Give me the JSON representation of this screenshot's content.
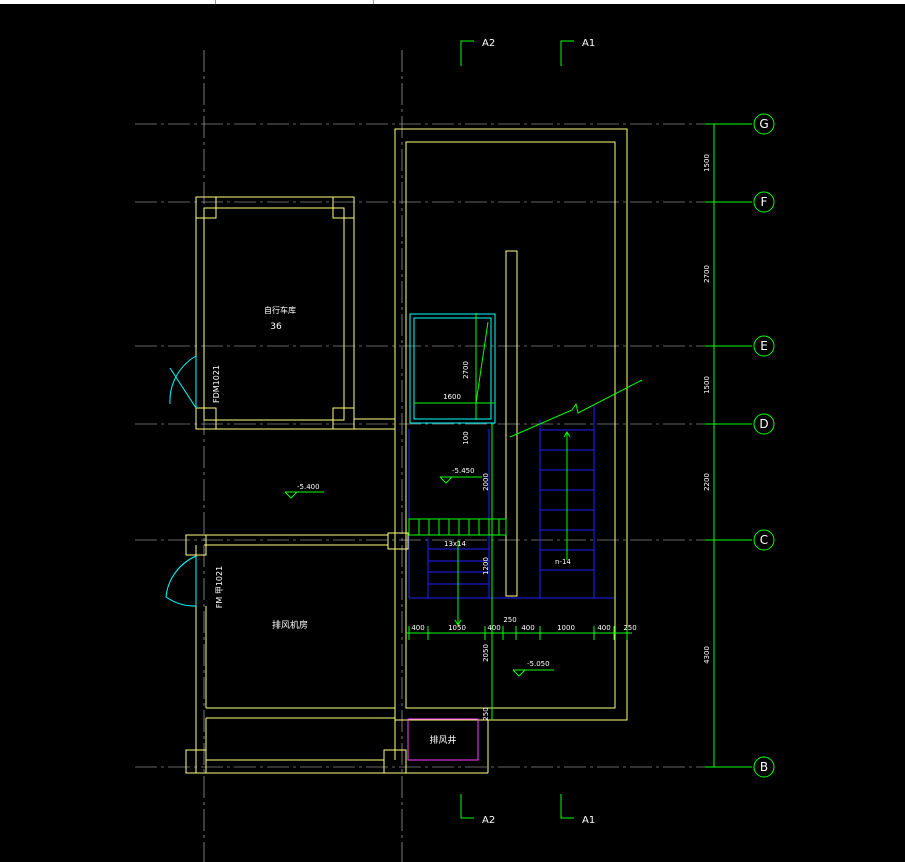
{
  "colors": {
    "background": "#000000",
    "grid": "#c8c8c8",
    "wall": "#ffff80",
    "dimension": "#00ff00",
    "stair": "#0000ff",
    "elevator": "#00ffff",
    "vent_shaft": "#ff00ff"
  },
  "axes": {
    "rows": [
      "G",
      "F",
      "E",
      "D",
      "C",
      "B"
    ],
    "section_top": [
      "A2",
      "A1"
    ],
    "section_bottom": [
      "A2",
      "A1"
    ]
  },
  "rooms": {
    "bike_room": {
      "name": "自行车库",
      "number": "36"
    },
    "exhaust_room": {
      "name": "排风机房"
    },
    "vent_shaft": {
      "name": "排风井"
    }
  },
  "doors": {
    "fire_door_1": "FDM1021",
    "fire_door_2": "FM 甲1021"
  },
  "levels": {
    "corridor": "-5.400",
    "elevator_lobby": "-5.450",
    "stair_bottom": "-5.050"
  },
  "stairs": {
    "left_count": "13x14",
    "right_count": "n-14"
  },
  "dimensions": {
    "right_vertical": [
      "1500",
      "2700",
      "1500",
      "2200",
      "4300"
    ],
    "horizontal": [
      "400",
      "1050",
      "400",
      "250",
      "400",
      "1000",
      "400",
      "250"
    ],
    "elevator": [
      "2700",
      "1600",
      "100"
    ],
    "interior_vertical": [
      "2000",
      "1200",
      "2050",
      "250"
    ]
  }
}
